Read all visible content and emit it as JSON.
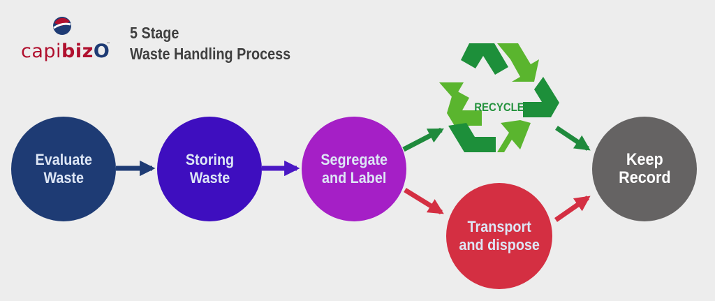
{
  "brand": {
    "name_part1": "capi",
    "name_part2": "biz",
    "name_part3": "O",
    "trademark": "™",
    "colors": {
      "red": "#b0102e",
      "navy": "#1e3b74"
    }
  },
  "title": {
    "line1": "5 Stage",
    "line2": "Waste Handling Process"
  },
  "stages": [
    {
      "id": "evaluate",
      "line1": "Evaluate",
      "line2": "Waste",
      "color": "#1e3b74"
    },
    {
      "id": "storing",
      "line1": "Storing",
      "line2": "Waste",
      "color": "#3e0ebf"
    },
    {
      "id": "segregate",
      "line1": "Segregate",
      "line2": "and Label",
      "color": "#a51fc6"
    },
    {
      "id": "transport",
      "line1": "Transport",
      "line2": "and dispose",
      "color": "#d42f42"
    },
    {
      "id": "keep",
      "line1": "Keep",
      "line2": "Record",
      "color": "#656363"
    }
  ],
  "recycle": {
    "label": "RECYCLE",
    "icon": "recycle-icon",
    "colors": {
      "dark": "#1d8f3a",
      "light": "#5ab52e"
    }
  },
  "arrows": {
    "blue": "#1e3b74",
    "purple": "#4a18c4",
    "green": "#1f8a3c",
    "red": "#d42f42"
  },
  "background": "#ededed"
}
